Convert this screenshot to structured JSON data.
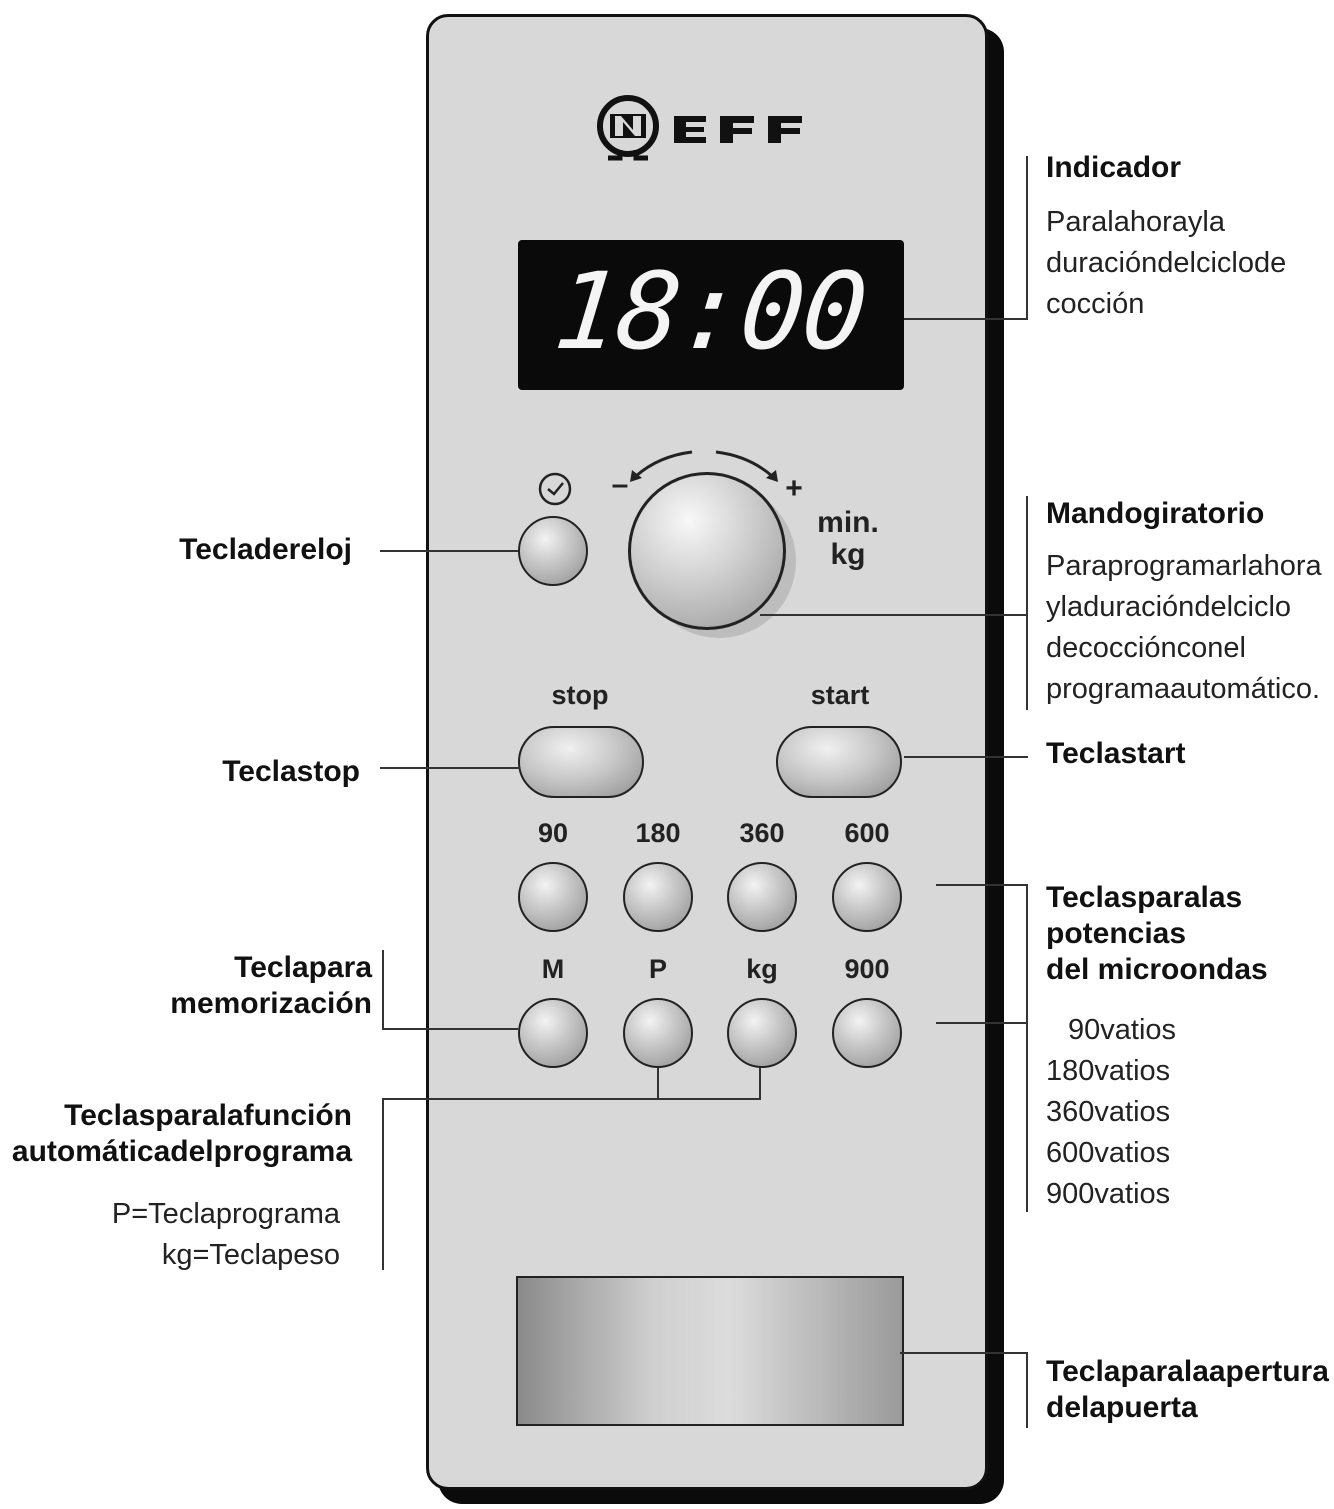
{
  "display": {
    "time": "18:00"
  },
  "controls": {
    "clock_icon": "clock-icon",
    "knob": {
      "minus": "–",
      "plus": "+",
      "unit_min": "min.",
      "unit_kg": "kg"
    },
    "stop_label": "stop",
    "start_label": "start",
    "power_labels": [
      "90",
      "180",
      "360",
      "600"
    ],
    "row2_labels": [
      "M",
      "P",
      "kg",
      "900"
    ]
  },
  "callouts": {
    "indicador": {
      "title": "Indicador",
      "lines": [
        "Paralahorayla",
        "duracióndelciclode",
        "cocción"
      ]
    },
    "mando": {
      "title": "Mandogiratorio",
      "lines": [
        "Paraprogramarlahora",
        "yladuracióndelciclo",
        "decocciónconel",
        "programaautomático."
      ]
    },
    "reloj": {
      "title": "Tecladereloj"
    },
    "stop": {
      "title": "Teclastop"
    },
    "start": {
      "title": "Teclastart"
    },
    "potencias": {
      "title_lines": [
        "Teclasparalas",
        "potencias",
        "del microondas"
      ],
      "lines": [
        "90vatios",
        "180vatios",
        "360vatios",
        "600vatios",
        "900vatios"
      ]
    },
    "memorizacion": {
      "title_lines": [
        "Teclapara",
        "memorización"
      ]
    },
    "automatica": {
      "title_lines": [
        "Teclasparalafunción",
        "automáticadelprograma"
      ],
      "lines": [
        "P=Teclaprograma",
        "kg=Teclapeso"
      ]
    },
    "puerta": {
      "title_lines": [
        "Teclaparalaapertura",
        "delapuerta"
      ]
    }
  }
}
